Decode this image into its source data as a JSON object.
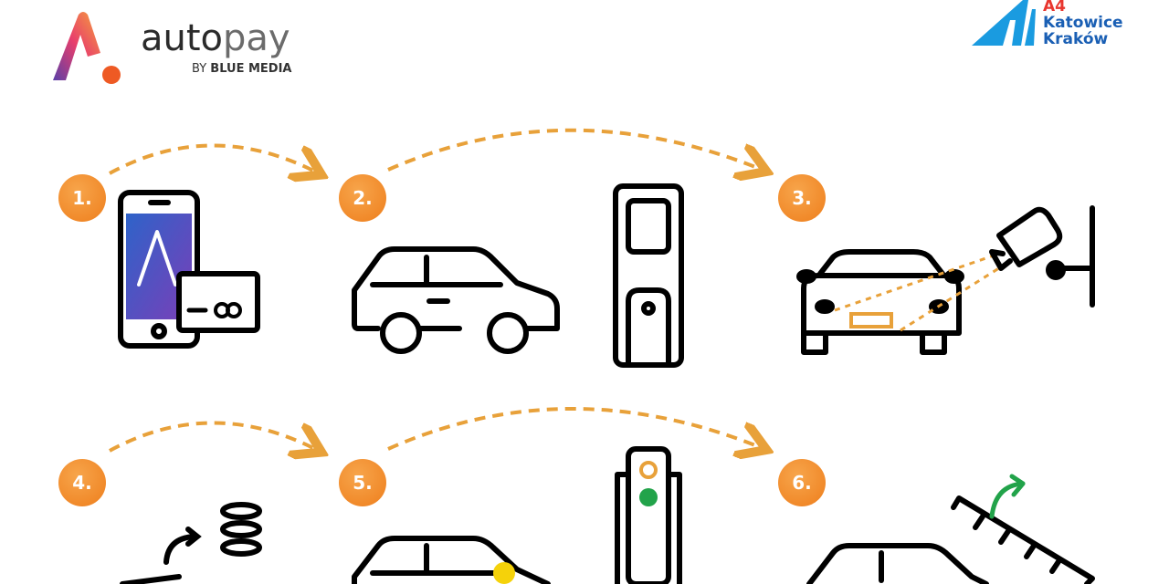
{
  "branding": {
    "autopay_word_auto": "auto",
    "autopay_word_pay": "pay",
    "autopay_by": "BY",
    "autopay_by_bold": "BLUE MEDIA",
    "a4_line1": "A4",
    "a4_line2": "Katowice",
    "a4_line3": "Kraków",
    "colors": {
      "accent_orange": "#ee7e1c",
      "dash": "#e8a13a",
      "a4_blue": "#1a9be0",
      "a4_red": "#e8362f"
    }
  },
  "steps": [
    {
      "label": "1."
    },
    {
      "label": "2."
    },
    {
      "label": "3."
    },
    {
      "label": "4."
    },
    {
      "label": "5."
    },
    {
      "label": "6."
    }
  ]
}
